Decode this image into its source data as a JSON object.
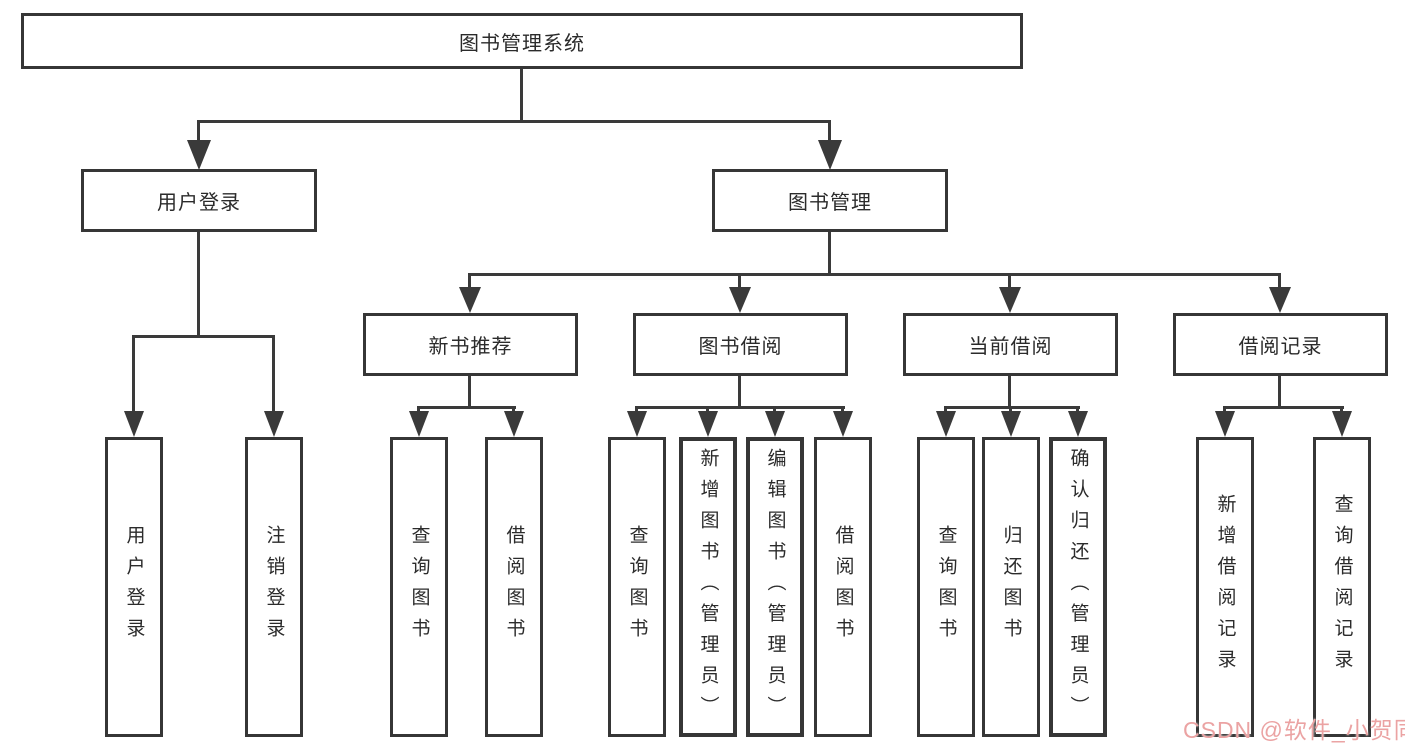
{
  "diagram": {
    "root_label": "图书管理系统",
    "level2": {
      "user_login": {
        "label": "用户登录",
        "children": [
          "用户登录",
          "注销登录"
        ]
      },
      "book_management": {
        "label": "图书管理"
      }
    },
    "level3": {
      "new_book_recommend": {
        "label": "新书推荐",
        "children": [
          "查询图书",
          "借阅图书"
        ]
      },
      "book_borrowing": {
        "label": "图书借阅",
        "children": [
          "查询图书",
          "新增图书（管理员）",
          "编辑图书（管理员）",
          "借阅图书"
        ]
      },
      "current_borrowing": {
        "label": "当前借阅",
        "children": [
          "查询图书",
          "归还图书",
          "确认归还（管理员）"
        ]
      },
      "borrowing_records": {
        "label": "借阅记录",
        "children": [
          "新增借阅记录",
          "查询借阅记录"
        ]
      }
    }
  },
  "watermark": {
    "text": "CSDN @软件_小贺同学",
    "color": "#eba3a3"
  },
  "colors": {
    "line": "#3a3a3a",
    "box_border": "#363636",
    "text": "#2b2b2b",
    "background": "#ffffff"
  }
}
